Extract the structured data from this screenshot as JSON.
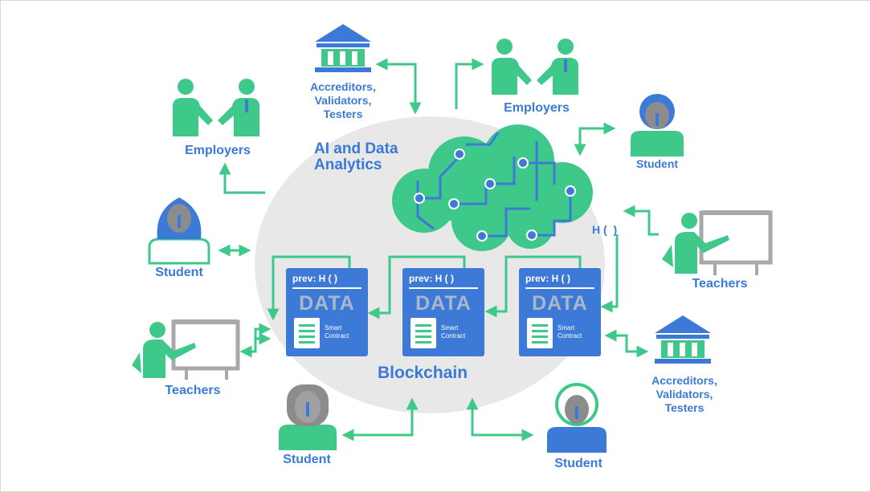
{
  "center": {
    "ai_title": "AI and Data\nAnalytics",
    "blockchain_label": "Blockchain",
    "hash_label": "H (  )"
  },
  "blocks": [
    {
      "prev": "prev: H (  )",
      "data": "DATA",
      "contract": "Smart\nContract"
    },
    {
      "prev": "prev: H (  )",
      "data": "DATA",
      "contract": "Smart\nContract"
    },
    {
      "prev": "prev: H (  )",
      "data": "DATA",
      "contract": "Smart\nContract"
    }
  ],
  "actors": {
    "accreditors_top": "Accreditors,\nValidators,\nTesters",
    "employers_top_right": "Employers",
    "employers_left": "Employers",
    "student_right_top": "Student",
    "student_left": "Student",
    "teachers_right": "Teachers",
    "teachers_left": "Teachers",
    "accreditors_right": "Accreditors,\nValidators,\nTesters",
    "student_bottom_left": "Student",
    "student_bottom_right": "Student"
  },
  "colors": {
    "blue": "#3d7ad8",
    "green": "#3ec98b",
    "ellipse": "#e8e8e8",
    "gray": "#8c8c8c"
  }
}
